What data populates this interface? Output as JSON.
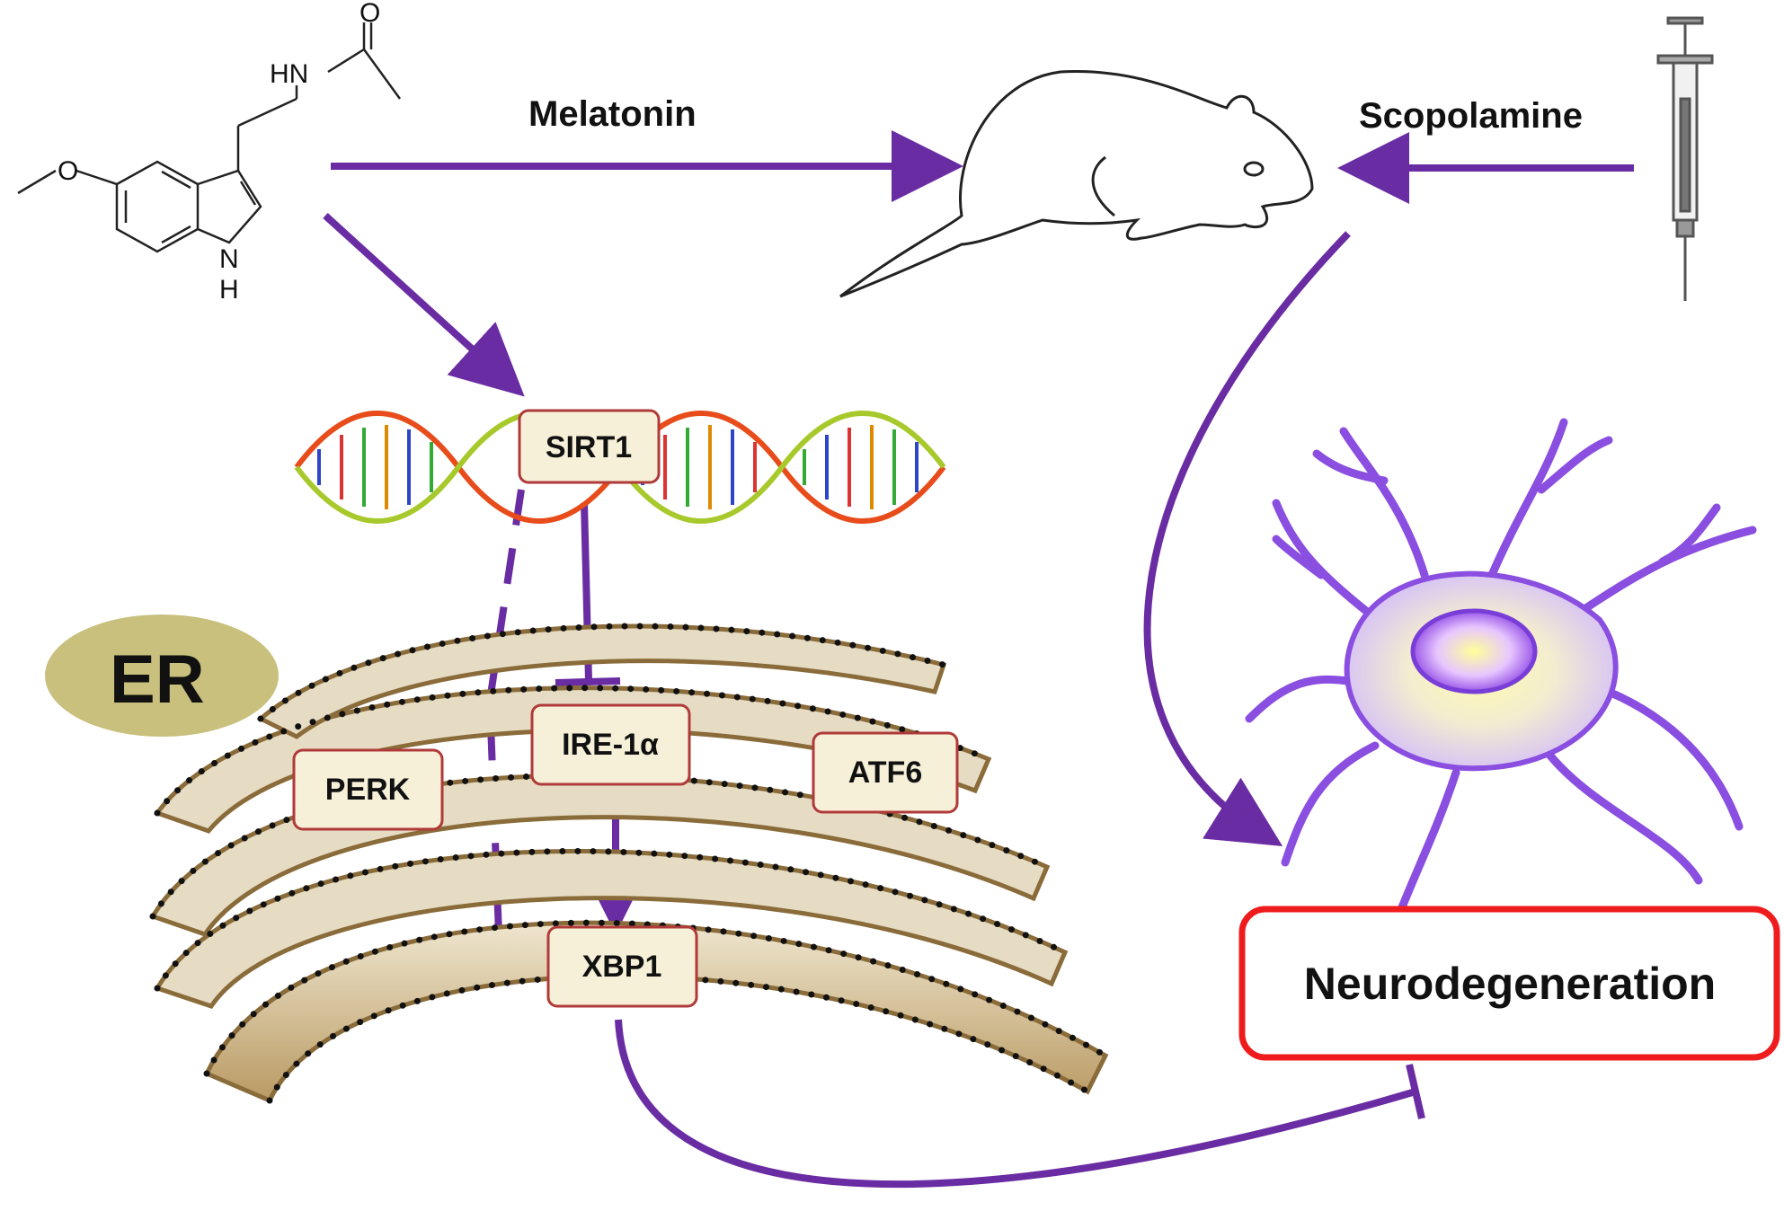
{
  "labels": {
    "melatonin": "Melatonin",
    "scopolamine": "Scopolamine",
    "er": "ER",
    "neurodegeneration": "Neurodegeneration"
  },
  "chemical": {
    "hn": "HN",
    "o_carbonyl": "O",
    "o_methoxy": "O",
    "n_ring": "N",
    "h_ring": "H"
  },
  "proteins": {
    "sirt1": "SIRT1",
    "perk": "PERK",
    "ire1a": "IRE-1α",
    "atf6": "ATF6",
    "xbp1": "XBP1"
  },
  "colors": {
    "arrow": "#6a2ca3",
    "box_fill": "#f7f0d8",
    "box_border": "#b03a3a",
    "er_ellipse": "#c8c07c",
    "er_membrane": "#e6dcc4",
    "er_edge": "#8a6b3a",
    "neuron": "#8a4ee0",
    "neuro_box_border": "#ee1c1c"
  }
}
